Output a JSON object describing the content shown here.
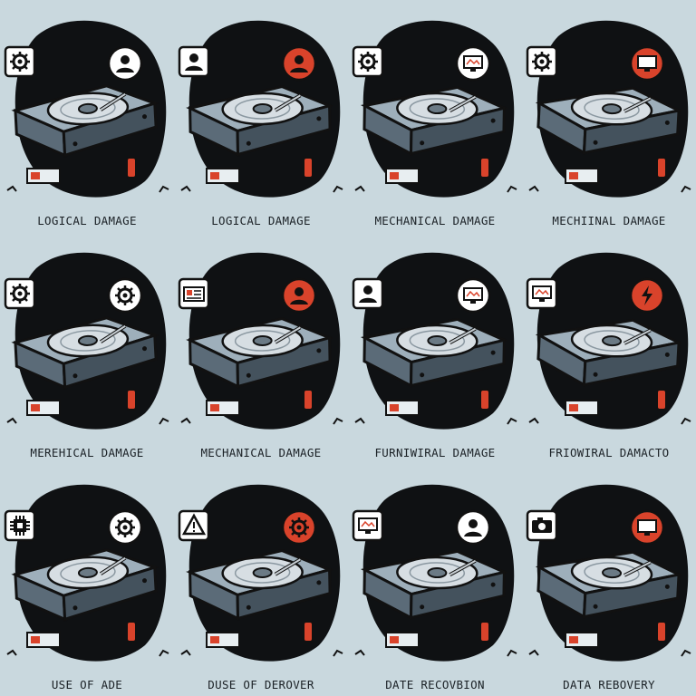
{
  "tiles": [
    {
      "caption": "LOGICAL DAMAGE",
      "left_icon": "gear-icon",
      "right_icon": "user-icon",
      "accent": "#d9432b"
    },
    {
      "caption": "LOGICAL DAMAGE",
      "left_icon": "user-icon",
      "right_icon": "user-icon",
      "accent": "#d9432b"
    },
    {
      "caption": "MECHANICAL DAMAGE",
      "left_icon": "gear-icon",
      "right_icon": "monitor-icon",
      "accent": "#d9432b"
    },
    {
      "caption": "MECHIINAL DAMAGE",
      "left_icon": "gear-icon",
      "right_icon": "monitor-icon",
      "accent": "#d9432b"
    },
    {
      "caption": "MEREHICAL DAMAGE",
      "left_icon": "gear-icon",
      "right_icon": "gear-icon",
      "accent": "#d9432b"
    },
    {
      "caption": "MECHANICAL DAMAGE",
      "left_icon": "id-card-icon",
      "right_icon": "user-icon",
      "accent": "#d9432b"
    },
    {
      "caption": "FURNIWIRAL DAMAGE",
      "left_icon": "user-icon",
      "right_icon": "monitor-icon",
      "accent": "#d9432b"
    },
    {
      "caption": "FRIOWIRAL DAMACTO",
      "left_icon": "monitor-icon",
      "right_icon": "lightning-icon",
      "accent": "#d9432b"
    },
    {
      "caption": "USE OF ADE",
      "left_icon": "chip-icon",
      "right_icon": "gear-icon",
      "accent": "#d9432b"
    },
    {
      "caption": "DUSE OF DEROVER",
      "left_icon": "warning-icon",
      "right_icon": "gear-icon",
      "accent": "#d9432b"
    },
    {
      "caption": "DATE RECOVBION",
      "left_icon": "monitor-icon",
      "right_icon": "user-icon",
      "accent": "#d9432b"
    },
    {
      "caption": "DATA REBOVERY",
      "left_icon": "camera-icon",
      "right_icon": "monitor-icon",
      "accent": "#d9432b"
    }
  ],
  "colors": {
    "background": "#c9d8de",
    "blob": "#0f1113",
    "drive_body": "#5b6b78",
    "drive_top": "#9eafbb",
    "platter": "#d7dee3",
    "accent": "#d9432b"
  }
}
